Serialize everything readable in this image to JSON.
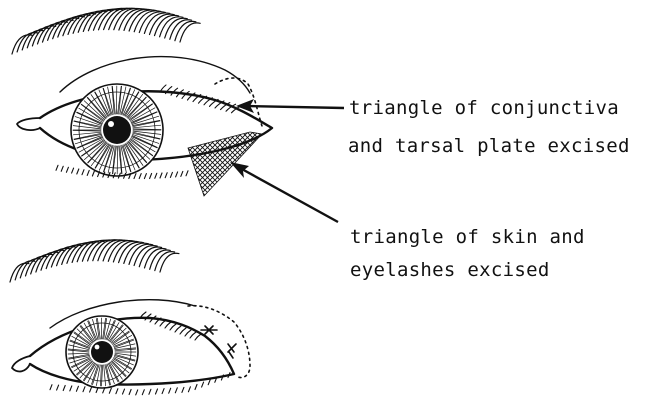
{
  "labels": {
    "conjunctiva_line1": "triangle of conjunctiva",
    "conjunctiva_line2": "and tarsal plate excised",
    "skin_line1": "triangle of skin and",
    "skin_line2": "eyelashes excised"
  },
  "colors": {
    "ink": "#111111",
    "background": "#ffffff"
  }
}
